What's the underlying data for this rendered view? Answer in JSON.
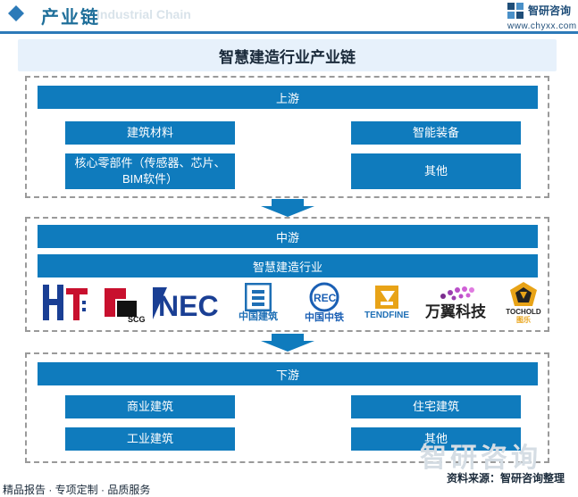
{
  "header": {
    "title": "产业链",
    "watermark": "Industrial Chain",
    "brand_name": "智研咨询",
    "brand_url": "www.chyxx.com"
  },
  "banner": {
    "title": "智慧建造行业产业链"
  },
  "upstream": {
    "label": "上游",
    "items": [
      "建筑材料",
      "智能装备",
      "核心零部件（传感器、芯片、BIM软件）",
      "其他"
    ]
  },
  "midstream": {
    "label": "中游",
    "industry": "智慧建造行业",
    "logos": [
      {
        "name": "HT",
        "color": "#1a3f94"
      },
      {
        "name": "SCG",
        "color": "#c8102e"
      },
      {
        "name": "NEC",
        "color": "#1a3f94"
      },
      {
        "name": "中国建筑",
        "color": "#1e6fb5"
      },
      {
        "name": "中国中铁",
        "color": "#1a5fb4"
      },
      {
        "name": "TENDFINE",
        "color": "#1e6fb5"
      },
      {
        "name": "万翼科技",
        "color": "#222222"
      },
      {
        "name": "TOCHOLD",
        "color": "#e8a317"
      },
      {
        "name": "图乐",
        "color": "#e8a317"
      }
    ]
  },
  "downstream": {
    "label": "下游",
    "items": [
      "商业建筑",
      "住宅建筑",
      "工业建筑",
      "其他"
    ]
  },
  "footer": {
    "left_text": "精品报告 · 专项定制 · 品质服务",
    "source_text": "资料来源：智研咨询整理",
    "watermark_text": "智研咨询"
  },
  "colors": {
    "accent": "#0f7bbd",
    "header_line": "#2c7ab8",
    "banner_bg": "#e7f1fb"
  }
}
